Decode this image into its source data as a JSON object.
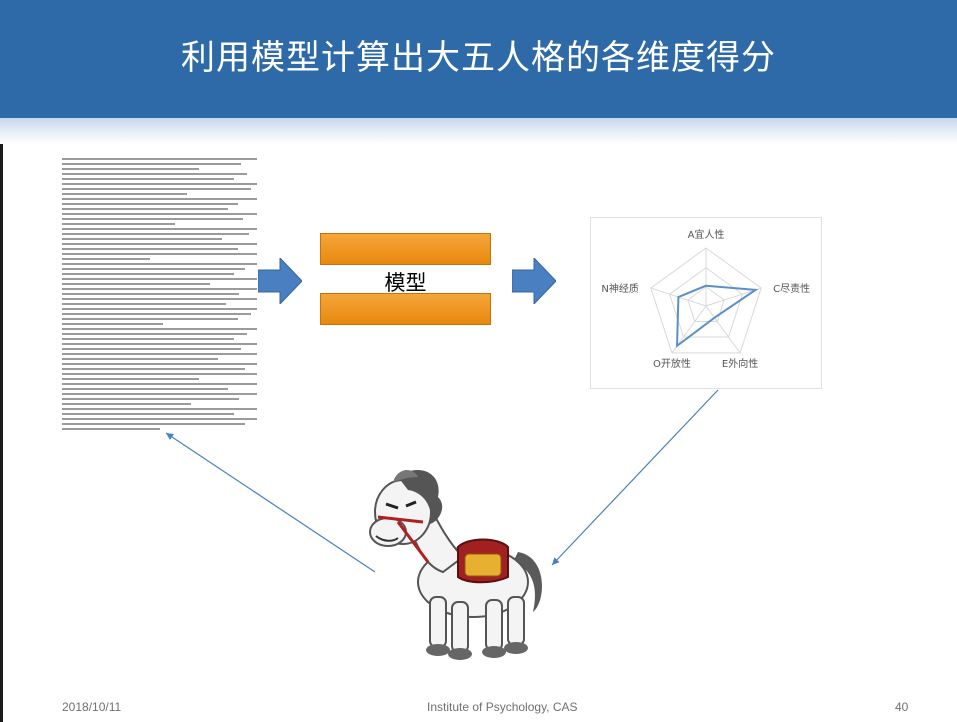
{
  "slide": {
    "title": "利用模型计算出大五人格的各维度得分",
    "model_label": "模型"
  },
  "chart_data": {
    "type": "radar",
    "categories": [
      "A宜人性",
      "C尽责性",
      "E外向性",
      "O开放性",
      "N神经质"
    ],
    "series": [
      {
        "values": [
          0.35,
          0.9,
          0.25,
          0.85,
          0.5
        ]
      }
    ],
    "axis_range": [
      0,
      1
    ],
    "grid": true,
    "colors": {
      "series": "#5b8fc8",
      "grid": "#d9d9d9"
    }
  },
  "footer": {
    "date": "2018/10/11",
    "institution": "Institute of Psychology, CAS",
    "page": "40"
  },
  "colors": {
    "header": "#2e6aa8",
    "arrow": "#4a7fc1",
    "model_bar": "#f0961f"
  }
}
